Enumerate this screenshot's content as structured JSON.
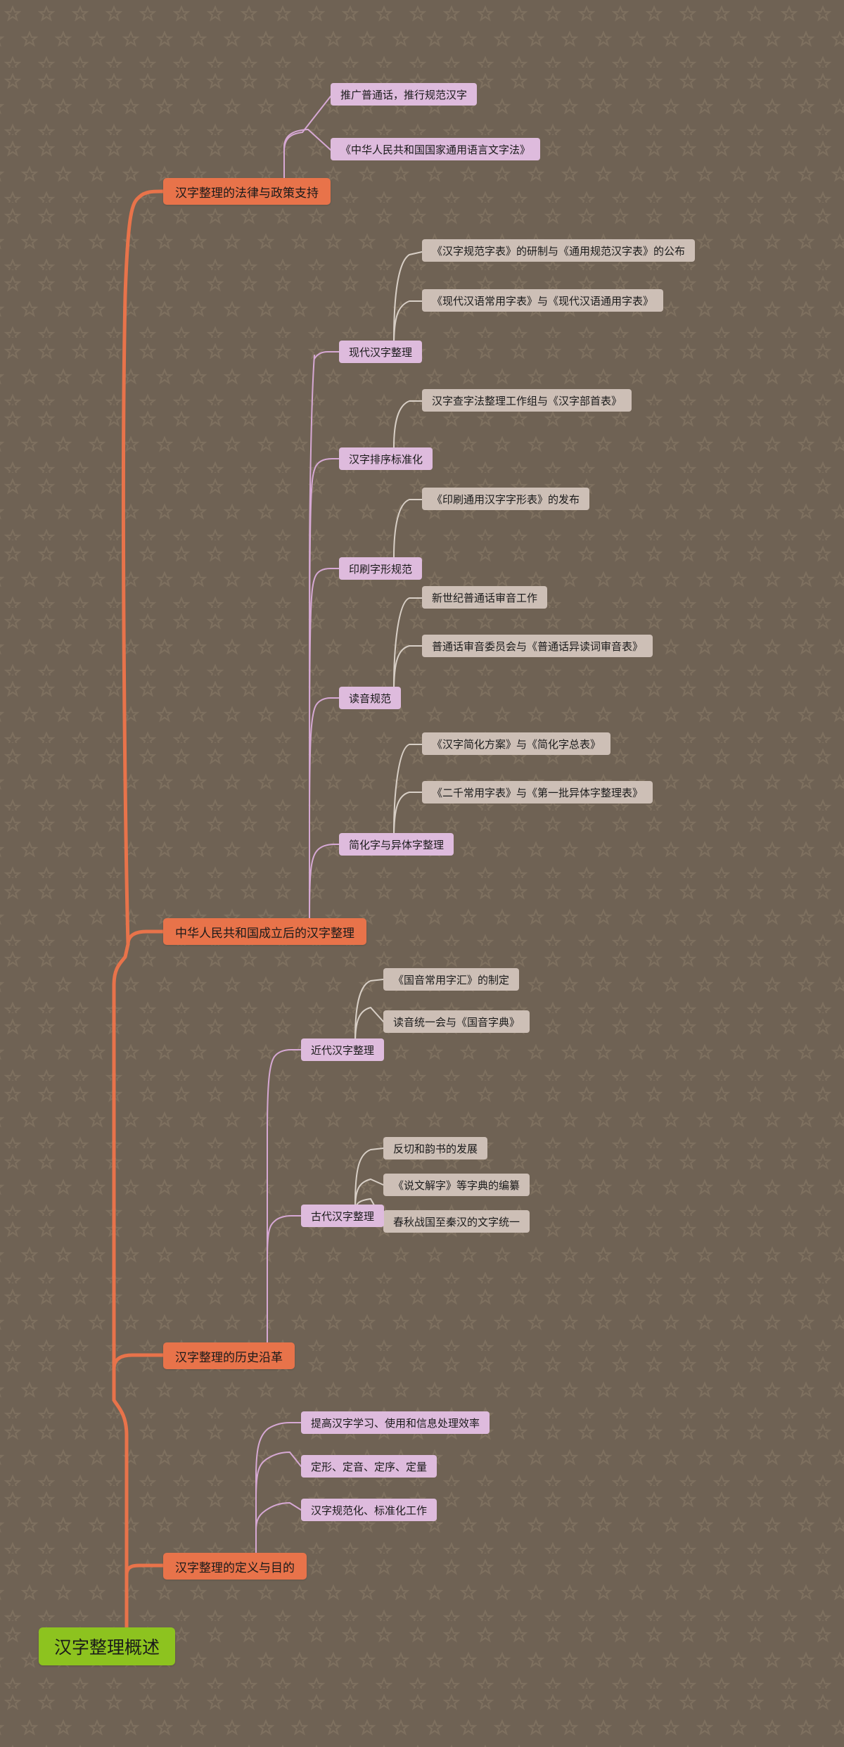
{
  "document": {
    "title": "汉字整理概述",
    "type": "mindmap",
    "background_color": "#6f6254",
    "colors": {
      "root": "#8dc31f",
      "level1": "#e8734a",
      "level2": "#debbdd",
      "level3": "#cdbfb6",
      "edge_level1": "#e8734a",
      "edge_level2": "#d6a8d4",
      "edge_level3": "#d8cfc6"
    }
  },
  "root": {
    "label": "汉字整理概述"
  },
  "branches": [
    {
      "label": "汉字整理的法律与政策支持",
      "children": [
        {
          "label": "推广普通话，推行规范汉字"
        },
        {
          "label": "《中华人民共和国国家通用语言文字法》"
        }
      ]
    },
    {
      "label": "中华人民共和国成立后的汉字整理",
      "children": [
        {
          "label": "现代汉字整理",
          "children": [
            {
              "label": "《汉字规范字表》的研制与《通用规范汉字表》的公布"
            },
            {
              "label": "《现代汉语常用字表》与《现代汉语通用字表》"
            }
          ]
        },
        {
          "label": "汉字排序标准化",
          "children": [
            {
              "label": "汉字查字法整理工作组与《汉字部首表》"
            }
          ]
        },
        {
          "label": "印刷字形规范",
          "children": [
            {
              "label": "《印刷通用汉字字形表》的发布"
            }
          ]
        },
        {
          "label": "读音规范",
          "children": [
            {
              "label": "新世纪普通话审音工作"
            },
            {
              "label": "普通话审音委员会与《普通话异读词审音表》"
            }
          ]
        },
        {
          "label": "简化字与异体字整理",
          "children": [
            {
              "label": "《汉字简化方案》与《简化字总表》"
            },
            {
              "label": "《二千常用字表》与《第一批异体字整理表》"
            }
          ]
        }
      ]
    },
    {
      "label": "汉字整理的历史沿革",
      "children": [
        {
          "label": "近代汉字整理",
          "children": [
            {
              "label": "《国音常用字汇》的制定"
            },
            {
              "label": "读音统一会与《国音字典》"
            }
          ]
        },
        {
          "label": "古代汉字整理",
          "children": [
            {
              "label": "反切和韵书的发展"
            },
            {
              "label": "《说文解字》等字典的编纂"
            },
            {
              "label": "春秋战国至秦汉的文字统一"
            }
          ]
        }
      ]
    },
    {
      "label": "汉字整理的定义与目的",
      "children": [
        {
          "label": "提高汉字学习、使用和信息处理效率"
        },
        {
          "label": "定形、定音、定序、定量"
        },
        {
          "label": "汉字规范化、标准化工作"
        }
      ]
    }
  ],
  "nodes": {
    "n_promote": {
      "label": "推广普通话，推行规范汉字"
    },
    "n_law": {
      "label": "《中华人民共和国国家通用语言文字法》"
    },
    "b_legal": {
      "label": "汉字整理的法律与政策支持"
    },
    "n_std_table": {
      "label": "《汉字规范字表》的研制与《通用规范汉字表》的公布"
    },
    "n_common_table": {
      "label": "《现代汉语常用字表》与《现代汉语通用字表》"
    },
    "s_modern": {
      "label": "现代汉字整理"
    },
    "n_radical": {
      "label": "汉字查字法整理工作组与《汉字部首表》"
    },
    "s_sorting": {
      "label": "汉字排序标准化"
    },
    "n_printform": {
      "label": "《印刷通用汉字字形表》的发布"
    },
    "s_printing": {
      "label": "印刷字形规范"
    },
    "n_newcentury": {
      "label": "新世纪普通话审音工作"
    },
    "n_shenyin": {
      "label": "普通话审音委员会与《普通话异读词审音表》"
    },
    "s_pronounce": {
      "label": "读音规范"
    },
    "n_simplify": {
      "label": "《汉字简化方案》与《简化字总表》"
    },
    "n_variant": {
      "label": "《二千常用字表》与《第一批异体字整理表》"
    },
    "s_simpvariant": {
      "label": "简化字与异体字整理"
    },
    "b_prc": {
      "label": "中华人民共和国成立后的汉字整理"
    },
    "n_guoyin_huj": {
      "label": "《国音常用字汇》的制定"
    },
    "n_duyin": {
      "label": "读音统一会与《国音字典》"
    },
    "s_modernera": {
      "label": "近代汉字整理"
    },
    "n_fanqie": {
      "label": "反切和韵书的发展"
    },
    "n_shuowen": {
      "label": "《说文解字》等字典的编纂"
    },
    "n_chunqiu": {
      "label": "春秋战国至秦汉的文字统一"
    },
    "s_ancient": {
      "label": "古代汉字整理"
    },
    "b_history": {
      "label": "汉字整理的历史沿革"
    },
    "n_efficiency": {
      "label": "提高汉字学习、使用和信息处理效率"
    },
    "n_fourfix": {
      "label": "定形、定音、定序、定量"
    },
    "n_normalize": {
      "label": "汉字规范化、标准化工作"
    },
    "b_definition": {
      "label": "汉字整理的定义与目的"
    },
    "root": {
      "label": "汉字整理概述"
    }
  }
}
